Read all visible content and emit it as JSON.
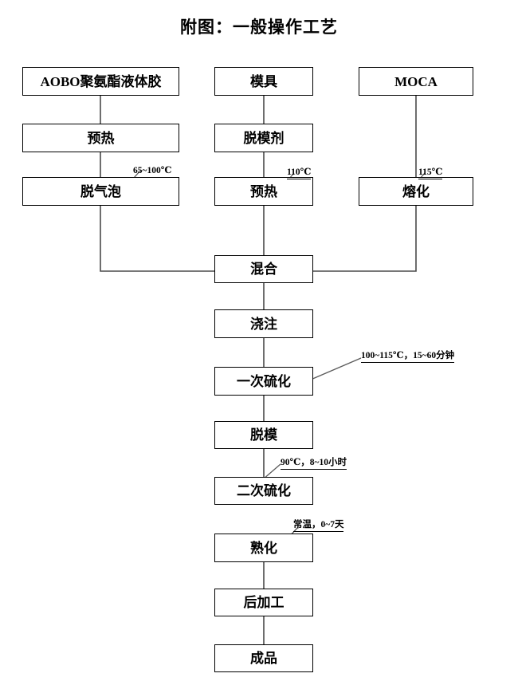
{
  "title": "附图：一般操作工艺",
  "diagram": {
    "type": "process-flowchart",
    "columns": [
      {
        "name": "adhesive-column",
        "nodes": [
          "AOBO聚氨酯液体胶",
          "预热",
          "脱气泡"
        ]
      },
      {
        "name": "mold-column",
        "nodes": [
          "模具",
          "脱模剂",
          "预热"
        ]
      },
      {
        "name": "moca-column",
        "nodes": [
          "MOCA",
          "熔化"
        ]
      },
      {
        "name": "main-column",
        "nodes": [
          "混合",
          "浇注",
          "一次硫化",
          "脱模",
          "二次硫化",
          "熟化",
          "后加工",
          "成品"
        ]
      }
    ],
    "nodes": [
      {
        "id": "aobo",
        "label": "AOBO聚氨酯液体胶"
      },
      {
        "id": "preheat1",
        "label": "预热"
      },
      {
        "id": "degas",
        "label": "脱气泡"
      },
      {
        "id": "mold",
        "label": "模具"
      },
      {
        "id": "release",
        "label": "脱模剂"
      },
      {
        "id": "preheat2",
        "label": "预热"
      },
      {
        "id": "moca",
        "label": "MOCA"
      },
      {
        "id": "melt",
        "label": "熔化"
      },
      {
        "id": "mix",
        "label": "混合"
      },
      {
        "id": "pour",
        "label": "浇注"
      },
      {
        "id": "cure1",
        "label": "一次硫化"
      },
      {
        "id": "demold",
        "label": "脱模"
      },
      {
        "id": "cure2",
        "label": "二次硫化"
      },
      {
        "id": "maturation",
        "label": "熟化"
      },
      {
        "id": "postproc",
        "label": "后加工"
      },
      {
        "id": "product",
        "label": "成品"
      }
    ],
    "annotations": [
      {
        "id": "annot-degas",
        "target": "脱气泡",
        "text": "65~100℃"
      },
      {
        "id": "annot-preheat2",
        "target": "预热",
        "text": "110℃"
      },
      {
        "id": "annot-melt",
        "target": "熔化",
        "text": "115℃"
      },
      {
        "id": "annot-cure1",
        "target": "一次硫化",
        "text": "100~115℃，15~60分钟"
      },
      {
        "id": "annot-cure2",
        "target": "二次硫化",
        "text": "90℃，8~10小时"
      },
      {
        "id": "annot-matur",
        "target": "熟化",
        "text": "常温，0~7天"
      }
    ],
    "edges": [
      {
        "from": "AOBO聚氨酯液体胶",
        "to": "预热"
      },
      {
        "from": "预热",
        "to": "脱气泡"
      },
      {
        "from": "脱气泡",
        "to": "混合"
      },
      {
        "from": "模具",
        "to": "脱模剂"
      },
      {
        "from": "脱模剂",
        "to": "预热"
      },
      {
        "from": "预热",
        "to": "混合"
      },
      {
        "from": "MOCA",
        "to": "熔化"
      },
      {
        "from": "熔化",
        "to": "混合"
      },
      {
        "from": "混合",
        "to": "浇注"
      },
      {
        "from": "浇注",
        "to": "一次硫化"
      },
      {
        "from": "一次硫化",
        "to": "脱模"
      },
      {
        "from": "脱模",
        "to": "二次硫化"
      },
      {
        "from": "熟化",
        "to": "后加工"
      },
      {
        "from": "后加工",
        "to": "成品"
      }
    ],
    "colors": {
      "background": "#ffffff",
      "box_border": "#000000",
      "text": "#000000",
      "connector": "#4a4a4a"
    }
  }
}
